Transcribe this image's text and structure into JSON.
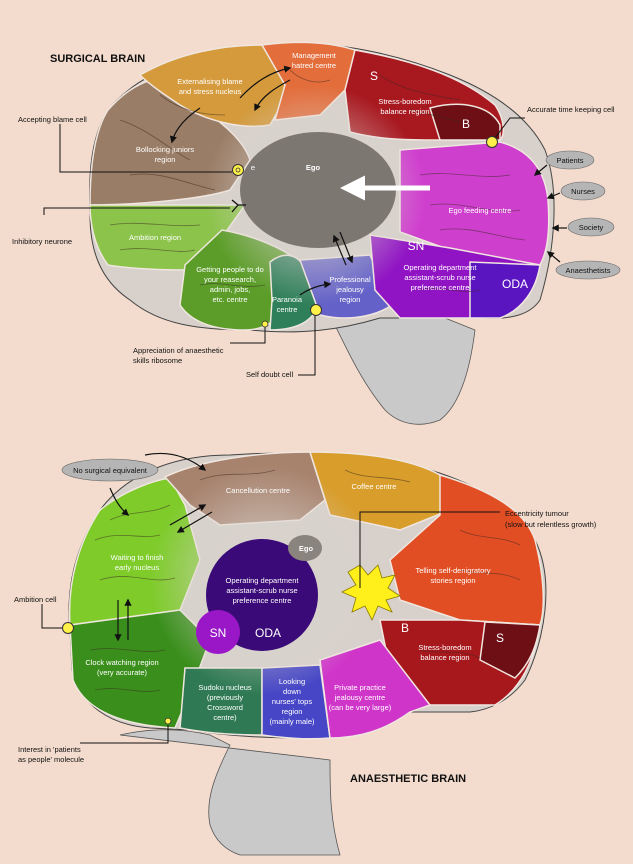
{
  "colors": {
    "background": "#f3dccd",
    "stem": "#c8c8c8",
    "ego": "#7d7771",
    "egoArrow": "#ffffff",
    "cellFill": "#fff04a",
    "pill": "#b5b5b5",
    "tumour": "#ffef1a"
  },
  "surgical": {
    "title": "SURGICAL BRAIN",
    "regions": {
      "management": "Management hatred centre",
      "externalising": "Externalising blame and stress nucleus",
      "stressBoredom": "Stress-boredom balance region",
      "s": "S",
      "b": "B",
      "bollocking": "Bollocking juniors region",
      "ego": "Ego",
      "egoFeeding": "Ego feeding centre",
      "ambition": "Ambition region",
      "gettingPeople": "Getting people to do your reasearch, admin, jobs, etc. centre",
      "paranoia": "Paranoia centre",
      "professionalJealousy": "Professional jealousy region",
      "sn": "SN",
      "operatingDept": "Operating department assistant-scrub nurse preference centre",
      "oda": "ODA",
      "smallE": "e"
    },
    "callouts": {
      "acceptingBlame": "Accepting blame cell",
      "inhibitory": "Inhibitory neurone",
      "accurateTime": "Accurate time keeping cell",
      "appreciation": "Appreciation of anaesthetic skills ribosome",
      "selfDoubt": "Self doubt cell"
    },
    "pills": [
      "Patients",
      "Nurses",
      "Society",
      "Anaesthetists"
    ]
  },
  "anaesthetic": {
    "title": "ANAESTHETIC BRAIN",
    "regions": {
      "cancellation": "Cancellution centre",
      "coffee": "Coffee centre",
      "waiting": "Waiting to finish early nucleus",
      "ego": "Ego",
      "operatingDept": "Operating department assistant-scrub nurse preference centre",
      "sn": "SN",
      "oda": "ODA",
      "selfDenigratory": "Telling self-denigratory stories region",
      "b": "B",
      "s": "S",
      "stressBoredom": "Stress-boredom balance region",
      "clockWatching": "Clock watching region (very accurate)",
      "sudoku": "Sudoku nucleus (previously Crossword centre)",
      "lookingDown": "Looking down nurses' tops region (mainly male)",
      "privatePractice": "Private practice jealousy centre (can be very large)"
    },
    "callouts": {
      "noSurgical": "No surgical equivalent",
      "eccentricity": "Eccentricity tumour (slow but relentless growth)",
      "ambitionCell": "Ambition cell",
      "interest": "Interest in 'patients as people' molecule"
    }
  }
}
